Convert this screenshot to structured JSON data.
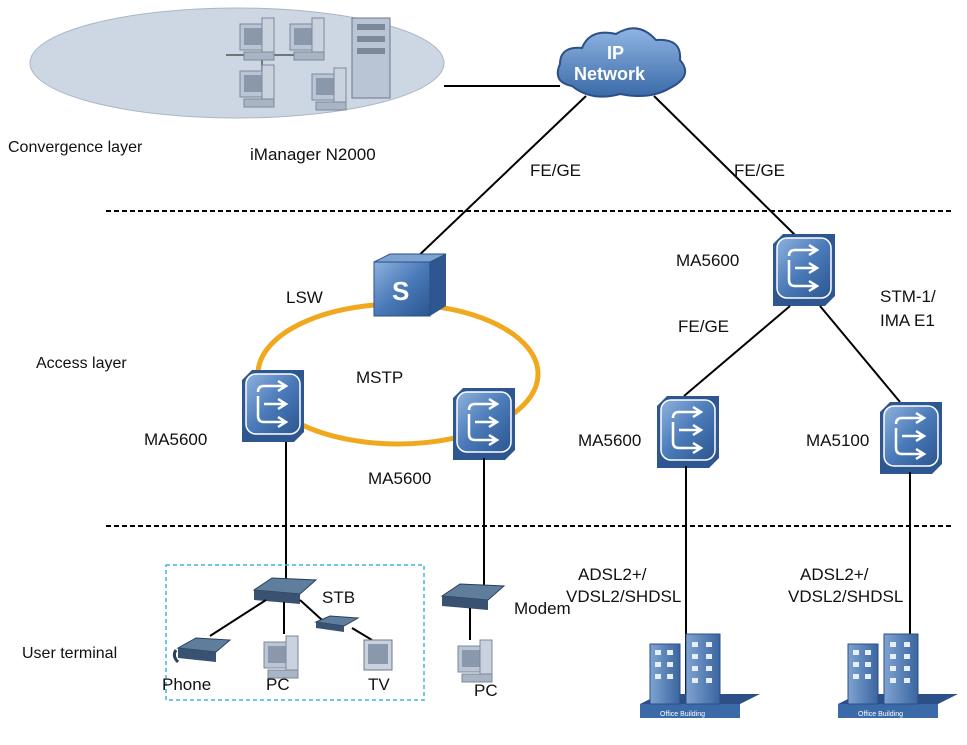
{
  "layers": {
    "convergence": "Convergence layer",
    "access": "Access layer",
    "user": "User terminal"
  },
  "cloud": {
    "line1": "IP",
    "line2": "Network"
  },
  "nms": {
    "label": "iManager N2000"
  },
  "links": {
    "left_uplink": "FE/GE",
    "right_uplink": "FE/GE",
    "right_down": "FE/GE",
    "stm_line1": "STM-1/",
    "stm_line2": "IMA E1",
    "dsl_left_line1": "ADSL2+/",
    "dsl_left_line2": "VDSL2/SHDSL",
    "dsl_right_line1": "ADSL2+/",
    "dsl_right_line2": "VDSL2/SHDSL"
  },
  "devices": {
    "lsw": "LSW",
    "lsw_glyph": "S",
    "mstp": "MSTP",
    "ma_left": "MA5600",
    "ma_mid": "MA5600",
    "ma_top_right": "MA5600",
    "ma_bottom_right": "MA5600",
    "ma5100": "MA5100"
  },
  "terminals": {
    "stb": "STB",
    "modem": "Modem",
    "phone": "Phone",
    "pc_left": "PC",
    "tv": "TV",
    "pc_right": "PC"
  },
  "buildings": {
    "sign": "Office Building"
  },
  "colors": {
    "ring": "#f0a81e",
    "device": "#3f6ea8",
    "cloud": "#4f7fbf",
    "dashed_box": "#3fb5d8",
    "nms_disc": "#cdd6e3"
  }
}
